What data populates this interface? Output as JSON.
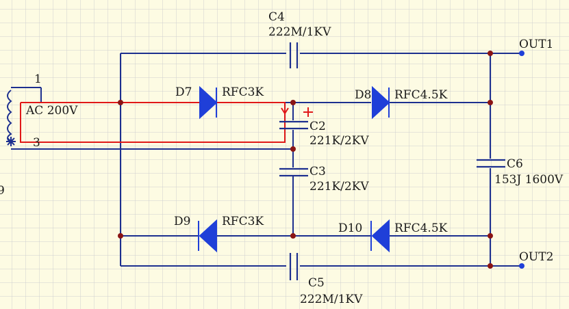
{
  "transformer": {
    "pin1": "1",
    "pin3": "3",
    "label": "AC 200V",
    "edge_label": "9"
  },
  "components": {
    "C4": {
      "ref": "C4",
      "value": "222M/1KV"
    },
    "C5": {
      "ref": "C5",
      "value": "222M/1KV"
    },
    "C2": {
      "ref": "C2",
      "value": "221K/2KV"
    },
    "C3": {
      "ref": "C3",
      "value": "221K/2KV"
    },
    "C6": {
      "ref": "C6",
      "value": "153J 1600V"
    },
    "D7": {
      "ref": "D7",
      "value": "RFC3K"
    },
    "D8": {
      "ref": "D8",
      "value": "RFC4.5K"
    },
    "D9": {
      "ref": "D9",
      "value": "RFC3K"
    },
    "D10": {
      "ref": "D10",
      "value": "RFC4.5K"
    }
  },
  "outputs": {
    "out1": "OUT1",
    "out2": "OUT2"
  },
  "colors": {
    "grid": "#c7c7c7",
    "background": "#fdfbe3",
    "wire": "#1c2f8f",
    "diode": "#1f3fd8",
    "highlight": "#e01818",
    "junction": "#8a1414"
  }
}
